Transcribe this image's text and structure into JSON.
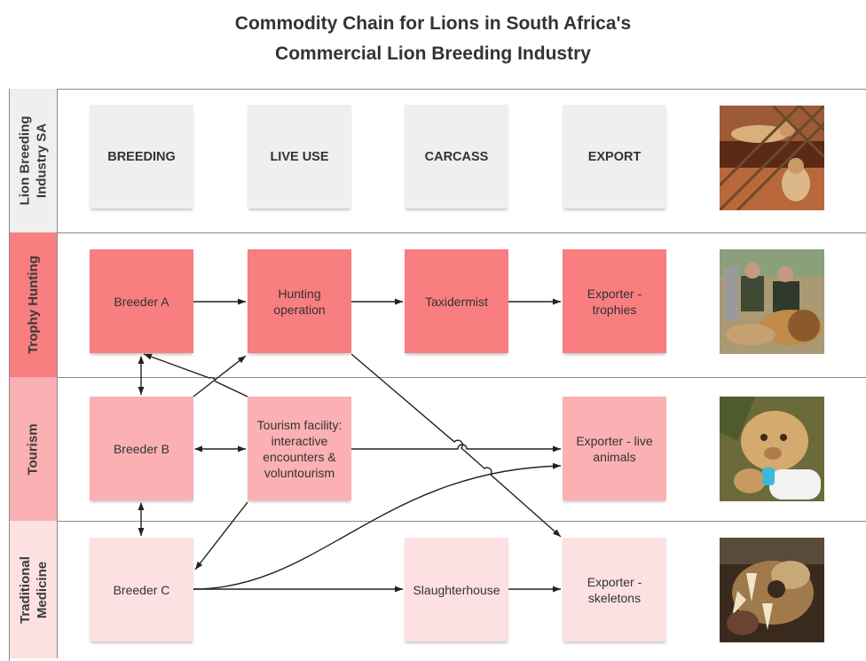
{
  "title_line1": "Commodity Chain for Lions in South Africa's",
  "title_line2": "Commercial Lion Breeding Industry",
  "lanes": {
    "industry": "Lion Breeding\nIndustry SA",
    "trophy": "Trophy Hunting",
    "tourism": "Tourism",
    "medicine": "Traditional\nMedicine"
  },
  "headers": {
    "breeding": "BREEDING",
    "live_use": "LIVE USE",
    "carcass": "CARCASS",
    "export": "EXPORT"
  },
  "nodes": {
    "breeder_a": "Breeder A",
    "hunting": "Hunting operation",
    "taxidermist": "Taxidermist",
    "exporter_trophies": "Exporter - trophies",
    "breeder_b": "Breeder B",
    "tourism_facility": "Tourism facility: interactive encounters & voluntourism",
    "exporter_live": "Exporter - live animals",
    "breeder_c": "Breeder C",
    "slaughterhouse": "Slaughterhouse",
    "exporter_skeletons": "Exporter - skeletons"
  },
  "colors": {
    "trophy_fill": "#f87e80",
    "tourism_fill": "#fbb0b3",
    "medicine_fill": "#fde0e1",
    "header_fill": "#efefef",
    "arrow": "#222222"
  },
  "photos": {
    "industry": "lions-in-cage-photo",
    "trophy": "hunters-with-lion-photo",
    "tourism": "cub-bottle-feeding-photo",
    "medicine": "lion-skull-photo"
  }
}
